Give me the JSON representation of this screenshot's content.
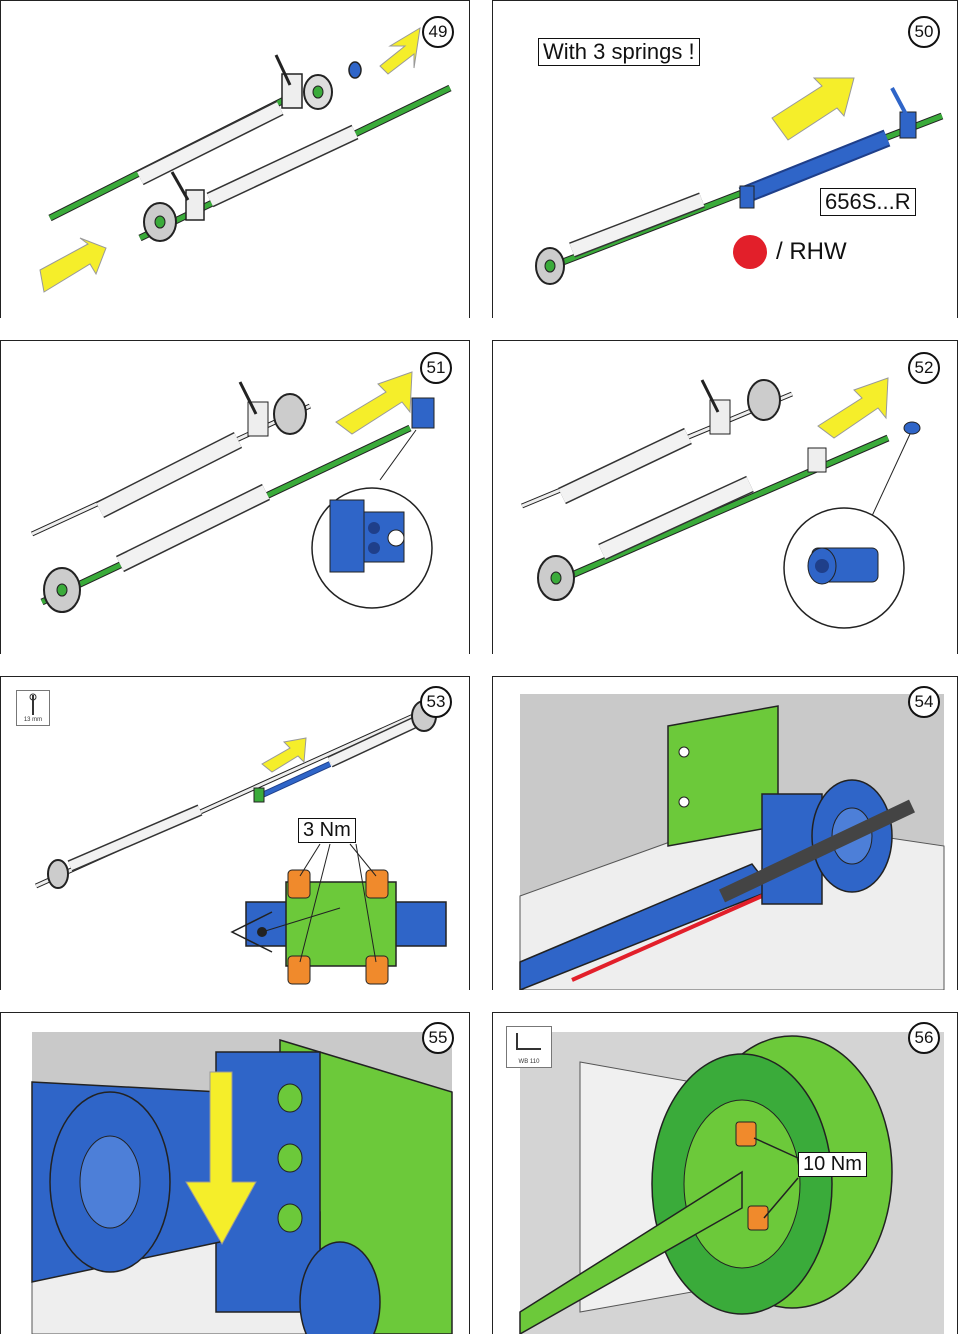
{
  "steps": {
    "s49": {
      "number": "49"
    },
    "s50": {
      "number": "50",
      "note": "With 3 springs !",
      "part_code": "656S...R",
      "color_code": "/ RHW"
    },
    "s51": {
      "number": "51"
    },
    "s52": {
      "number": "52"
    },
    "s53": {
      "number": "53",
      "torque": "3 Nm",
      "tool_label": "13 mm"
    },
    "s54": {
      "number": "54"
    },
    "s55": {
      "number": "55"
    },
    "s56": {
      "number": "56",
      "torque": "10 Nm",
      "tool_label": "WB 110"
    }
  },
  "colors": {
    "shaft_green": "#3aab3a",
    "bracket_blue": "#2f65c8",
    "arrow_yellow": "#f5ee2a",
    "bolt_orange": "#f08a2c",
    "marker_red": "#e21f2a",
    "plate_green": "#6cc93a"
  },
  "icons": [
    "arrow-icon",
    "wrench-icon",
    "spring-assembly-icon",
    "bracket-icon",
    "eye-icon"
  ]
}
